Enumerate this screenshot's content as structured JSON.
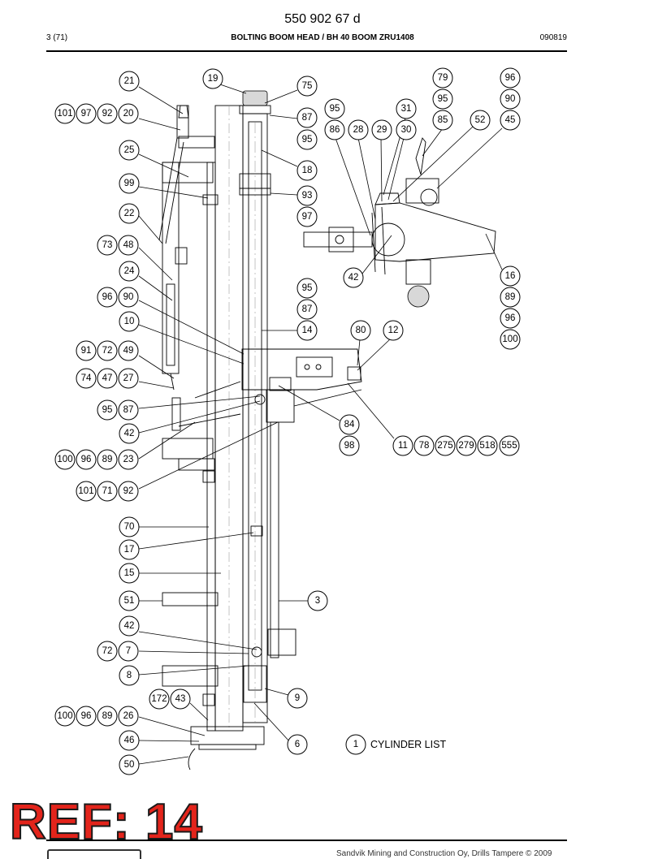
{
  "header": {
    "document_number": "550 902 67 d",
    "page": "3 (71)",
    "title": "BOLTING BOOM HEAD / BH 40 BOOM ZRU1408",
    "date": "090819"
  },
  "parts": [
    {
      "id": "p21",
      "label": "21"
    },
    {
      "id": "p19",
      "label": "19"
    },
    {
      "id": "p75",
      "label": "75"
    },
    {
      "id": "p79",
      "label": "79"
    },
    {
      "id": "p96a",
      "label": "96"
    },
    {
      "id": "p101a",
      "label": "101"
    },
    {
      "id": "p97",
      "label": "97"
    },
    {
      "id": "p92a",
      "label": "92"
    },
    {
      "id": "p20",
      "label": "20"
    },
    {
      "id": "p87a",
      "label": "87"
    },
    {
      "id": "p95a",
      "label": "95"
    },
    {
      "id": "p95b",
      "label": "95"
    },
    {
      "id": "p31",
      "label": "31"
    },
    {
      "id": "p90a",
      "label": "90"
    },
    {
      "id": "p86",
      "label": "86"
    },
    {
      "id": "p28",
      "label": "28"
    },
    {
      "id": "p29",
      "label": "29"
    },
    {
      "id": "p30",
      "label": "30"
    },
    {
      "id": "p85",
      "label": "85"
    },
    {
      "id": "p52",
      "label": "52"
    },
    {
      "id": "p45",
      "label": "45"
    },
    {
      "id": "p95c",
      "label": "95"
    },
    {
      "id": "p25",
      "label": "25"
    },
    {
      "id": "p18",
      "label": "18"
    },
    {
      "id": "p99",
      "label": "99"
    },
    {
      "id": "p93",
      "label": "93"
    },
    {
      "id": "p22",
      "label": "22"
    },
    {
      "id": "p97b",
      "label": "97"
    },
    {
      "id": "p73",
      "label": "73"
    },
    {
      "id": "p48",
      "label": "48"
    },
    {
      "id": "p24",
      "label": "24"
    },
    {
      "id": "p42a",
      "label": "42"
    },
    {
      "id": "p16",
      "label": "16"
    },
    {
      "id": "p95d",
      "label": "95"
    },
    {
      "id": "p96b",
      "label": "96"
    },
    {
      "id": "p90b",
      "label": "90"
    },
    {
      "id": "p89a",
      "label": "89"
    },
    {
      "id": "p87b",
      "label": "87"
    },
    {
      "id": "p96c",
      "label": "96"
    },
    {
      "id": "p10",
      "label": "10"
    },
    {
      "id": "p14",
      "label": "14"
    },
    {
      "id": "p80",
      "label": "80"
    },
    {
      "id": "p12",
      "label": "12"
    },
    {
      "id": "p100a",
      "label": "100"
    },
    {
      "id": "p91",
      "label": "91"
    },
    {
      "id": "p72a",
      "label": "72"
    },
    {
      "id": "p49",
      "label": "49"
    },
    {
      "id": "p74",
      "label": "74"
    },
    {
      "id": "p47",
      "label": "47"
    },
    {
      "id": "p27",
      "label": "27"
    },
    {
      "id": "p95e",
      "label": "95"
    },
    {
      "id": "p87c",
      "label": "87"
    },
    {
      "id": "p84",
      "label": "84"
    },
    {
      "id": "p42b",
      "label": "42"
    },
    {
      "id": "p98",
      "label": "98"
    },
    {
      "id": "p11",
      "label": "11"
    },
    {
      "id": "p78",
      "label": "78"
    },
    {
      "id": "p275",
      "label": "275"
    },
    {
      "id": "p279",
      "label": "279"
    },
    {
      "id": "p518",
      "label": "518"
    },
    {
      "id": "p555",
      "label": "555"
    },
    {
      "id": "p100b",
      "label": "100"
    },
    {
      "id": "p96d",
      "label": "96"
    },
    {
      "id": "p89b",
      "label": "89"
    },
    {
      "id": "p23",
      "label": "23"
    },
    {
      "id": "p101b",
      "label": "101"
    },
    {
      "id": "p71",
      "label": "71"
    },
    {
      "id": "p92b",
      "label": "92"
    },
    {
      "id": "p70",
      "label": "70"
    },
    {
      "id": "p17",
      "label": "17"
    },
    {
      "id": "p15",
      "label": "15"
    },
    {
      "id": "p51",
      "label": "51"
    },
    {
      "id": "p3",
      "label": "3"
    },
    {
      "id": "p42c",
      "label": "42"
    },
    {
      "id": "p72b",
      "label": "72"
    },
    {
      "id": "p7",
      "label": "7"
    },
    {
      "id": "p8",
      "label": "8"
    },
    {
      "id": "p172",
      "label": "172"
    },
    {
      "id": "p43",
      "label": "43"
    },
    {
      "id": "p9",
      "label": "9"
    },
    {
      "id": "p100c",
      "label": "100"
    },
    {
      "id": "p96e",
      "label": "96"
    },
    {
      "id": "p89c",
      "label": "89"
    },
    {
      "id": "p26",
      "label": "26"
    },
    {
      "id": "p46",
      "label": "46"
    },
    {
      "id": "p6",
      "label": "6"
    },
    {
      "id": "p1",
      "label": "1"
    },
    {
      "id": "p50",
      "label": "50"
    }
  ],
  "cylinder_list_label": "CYLINDER LIST",
  "ref_stamp": "REF: 14",
  "footer": {
    "copyright": "Sandvik Mining and Construction Oy, Drills Tampere © 2009"
  },
  "colors": {
    "ref_stamp": "#e3241b",
    "ink": "#000000"
  }
}
